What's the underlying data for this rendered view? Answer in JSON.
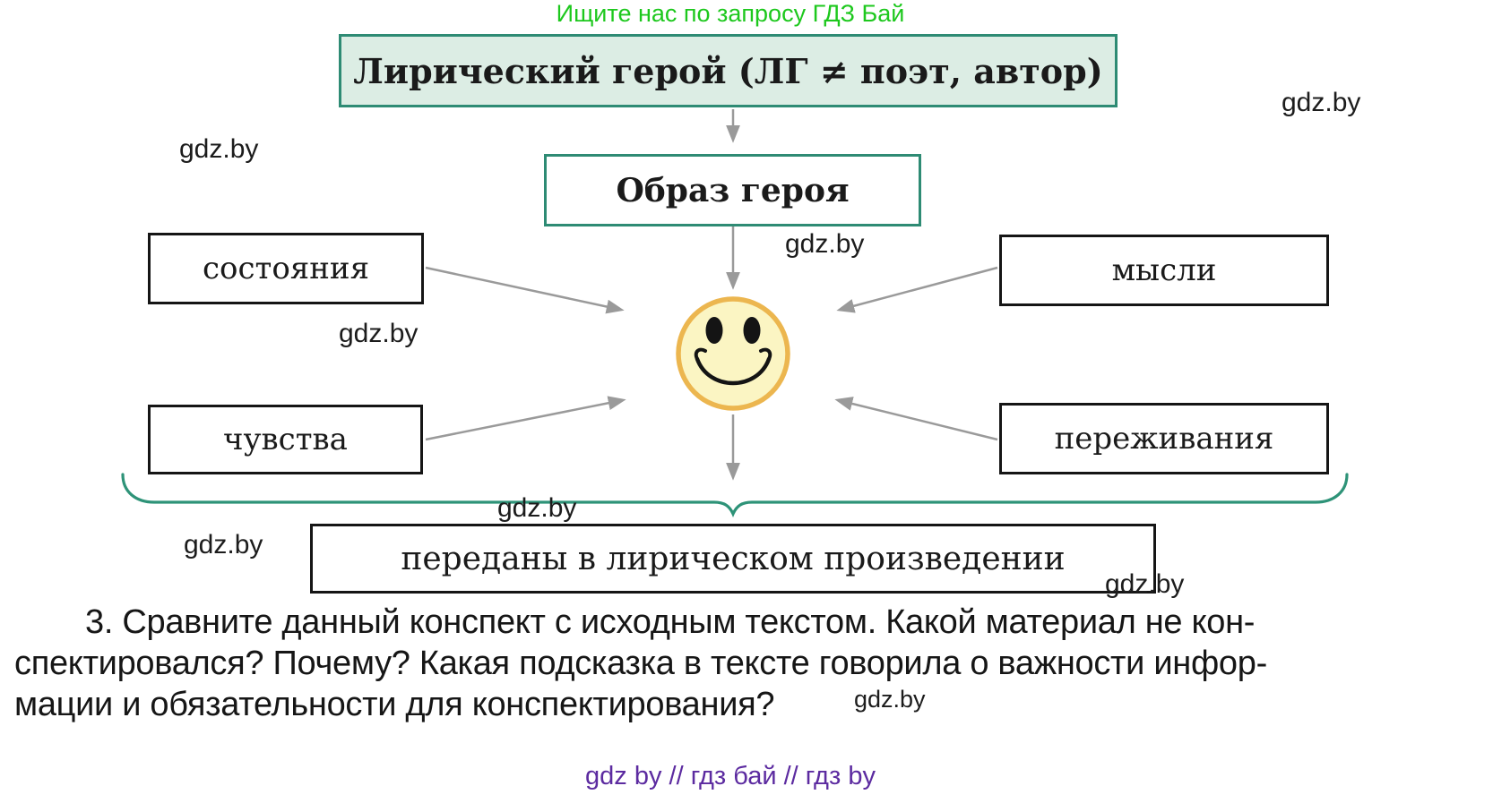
{
  "promo": {
    "top_text": "Ищите нас по запросу ГДЗ Бай",
    "bottom_text": "gdz by  //  гдз бай  //  гдз by"
  },
  "watermark": {
    "text": "gdz.by"
  },
  "diagram": {
    "title": "Лирический герой (ЛГ ≠ поэт, автор)",
    "hero_image_label": "Образ героя",
    "aspect_boxes": [
      {
        "label": "состояния"
      },
      {
        "label": "мысли"
      },
      {
        "label": "чувства"
      },
      {
        "label": "переживания"
      }
    ],
    "conclusion": "переданы в лирическом произведении",
    "center_icon": "smiley-face",
    "colors": {
      "accent_green": "#2e8b74",
      "title_bg": "#dcede4",
      "promo_green": "#1dc81d",
      "promo_purple": "#5c2ba0",
      "smiley_fill": "#fbf5c3",
      "smiley_stroke": "#ecb64f",
      "arrow_gray": "#9a9a9a",
      "brace_green": "#2e9378"
    }
  },
  "exercise": {
    "number": "3.",
    "lines": [
      "3. Сравните данный конспект с исходным текстом. Какой материал не кон-",
      "спектировался? Почему? Какая подсказка в тексте говорила о важности инфор-",
      "мации и обязательности для конспектирования?"
    ]
  }
}
